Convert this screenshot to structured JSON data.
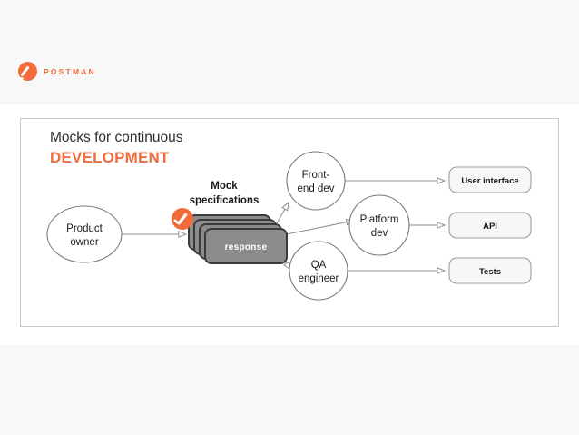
{
  "page": {
    "background": "#ffffff",
    "band_color": "#f8f8f8"
  },
  "brand": {
    "name": "POSTMAN",
    "logo_icon": "postman-logo-icon",
    "accent_color": "#f26b3a"
  },
  "slide": {
    "title_line1": "Mocks for continuous",
    "title_line2": "DEVELOPMENT",
    "title_line1_color": "#2e2e2e",
    "title_line2_color": "#f26b3a",
    "border_color": "#c9c9c9"
  },
  "diagram": {
    "type": "flow",
    "nodes": [
      {
        "id": "product-owner",
        "shape": "circle",
        "label_lines": [
          "Product",
          "owner"
        ]
      },
      {
        "id": "mock-specifications",
        "shape": "card-stack",
        "caption_lines": [
          "Mock",
          "specifications"
        ],
        "card_label": "response",
        "card_fill": "#8c8c8c",
        "card_border": "#3a3a3a",
        "badge_icon": "postman-badge-icon",
        "badge_color": "#f26b3a",
        "stack_count": 4
      },
      {
        "id": "front-end-dev",
        "shape": "circle",
        "label_lines": [
          "Front-",
          "end dev"
        ]
      },
      {
        "id": "platform-dev",
        "shape": "circle",
        "label_lines": [
          "Platform",
          "dev"
        ]
      },
      {
        "id": "qa-engineer",
        "shape": "circle",
        "label_lines": [
          "QA",
          "engineer"
        ]
      },
      {
        "id": "user-interface",
        "shape": "rounded-rect",
        "label": "User interface",
        "fill": "#f7f7f7",
        "border": "#9d9d9d"
      },
      {
        "id": "api",
        "shape": "rounded-rect",
        "label": "API",
        "fill": "#f7f7f7",
        "border": "#9d9d9d"
      },
      {
        "id": "tests",
        "shape": "rounded-rect",
        "label": "Tests",
        "fill": "#f7f7f7",
        "border": "#9d9d9d"
      }
    ],
    "edges": [
      {
        "from": "product-owner",
        "to": "mock-specifications"
      },
      {
        "from": "mock-specifications",
        "to": "front-end-dev"
      },
      {
        "from": "mock-specifications",
        "to": "platform-dev"
      },
      {
        "from": "mock-specifications",
        "to": "qa-engineer"
      },
      {
        "from": "front-end-dev",
        "to": "user-interface"
      },
      {
        "from": "platform-dev",
        "to": "api"
      },
      {
        "from": "qa-engineer",
        "to": "tests"
      }
    ],
    "edge_color": "#8f8f8f",
    "node_border_color": "#7a7a7a"
  }
}
